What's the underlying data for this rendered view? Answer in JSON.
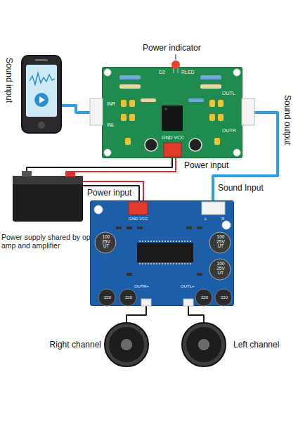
{
  "diagram": {
    "nodes": [
      {
        "text": [
          "Sound input"
        ]
      },
      {
        "text": [
          "D2",
          "RLED",
          "INR",
          "INL",
          "GND VCC",
          "OUTL",
          "OUTR"
        ]
      },
      {
        "text": [
          "Power supply shared by op amp and amplifier"
        ]
      },
      {
        "text": [
          "GND VCC",
          "L",
          "R",
          "100 25V UT",
          "100 25V UT",
          "100 25V UT",
          "OUTR+",
          "OUTL+",
          "220",
          "220",
          "220",
          "220"
        ]
      },
      {
        "text": [
          "Right channel"
        ]
      },
      {
        "text": [
          "Left channel"
        ]
      }
    ],
    "edges": [
      {
        "from": 0,
        "to": 1,
        "arrow": "none"
      },
      {
        "from": 1,
        "to": 3,
        "label": "Sound output",
        "arrow": "none"
      },
      {
        "from": 2,
        "to": 1,
        "arrow": "none"
      },
      {
        "from": 2,
        "to": 3,
        "arrow": "none"
      },
      {
        "from": 3,
        "to": 4,
        "arrow": "none"
      },
      {
        "from": 3,
        "to": 5,
        "arrow": "none"
      }
    ],
    "labels": [
      "Power indicator",
      "Power input",
      "Power input",
      "Sound Input"
    ]
  }
}
